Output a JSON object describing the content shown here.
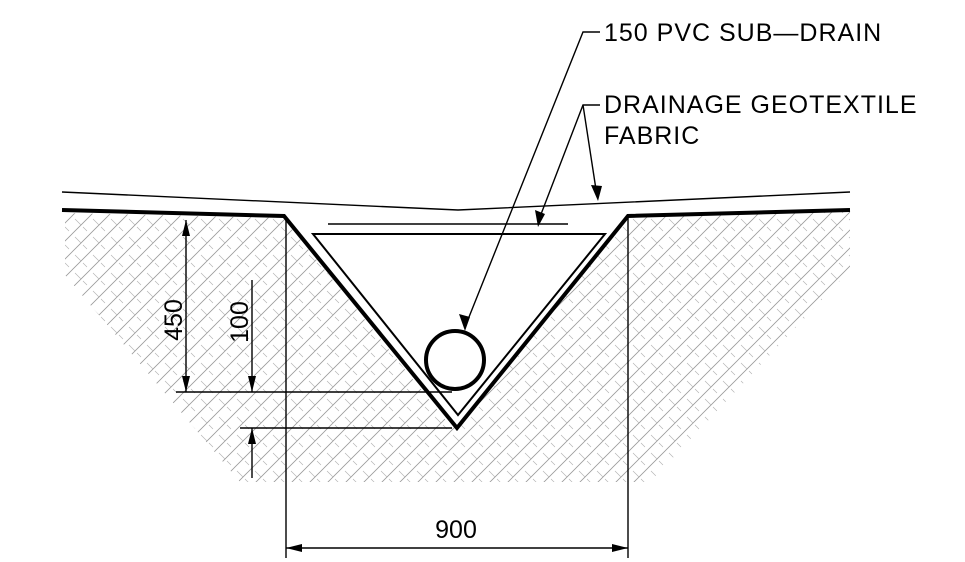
{
  "labels": {
    "pipe": "150 PVC SUB—DRAIN",
    "fabric_line1": "DRAINAGE GEOTEXTILE",
    "fabric_line2": "FABRIC"
  },
  "dimensions": {
    "depth": "450",
    "bedding": "100",
    "width": "900"
  }
}
